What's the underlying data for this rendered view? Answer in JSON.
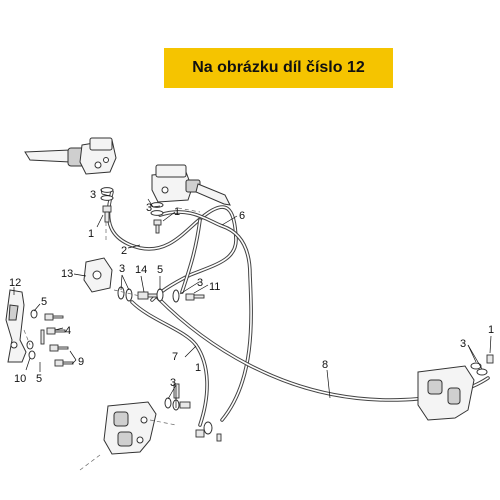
{
  "banner": {
    "text": "Na obrázku díl číslo 12",
    "color": "#f5c400"
  },
  "callouts": {
    "c_1a": "1",
    "c_1b": "1",
    "c_1c": "1",
    "c_1d": "1",
    "c_2": "2",
    "c_3a": "3",
    "c_3b": "3",
    "c_3c": "3",
    "c_3d": "3",
    "c_3e": "3",
    "c_4": "4",
    "c_5a": "5",
    "c_5b": "5",
    "c_6": "6",
    "c_7": "7",
    "c_8": "8",
    "c_9": "9",
    "c_10": "10",
    "c_11": "11",
    "c_12": "12",
    "c_13": "13",
    "c_14": "14"
  }
}
